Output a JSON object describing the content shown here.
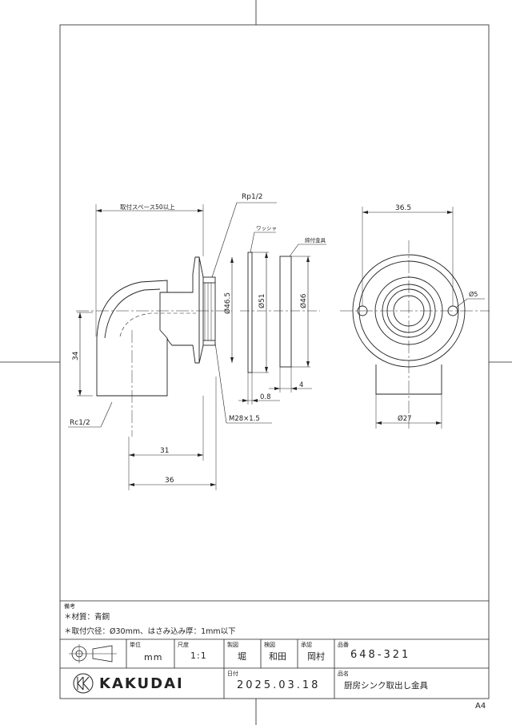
{
  "drawing": {
    "dim_install_space": "取付スペース50以上",
    "dim_rp": "Rp1/2",
    "dim_washer": "ワッシャ",
    "dim_nut": "締付金具",
    "dim_d465": "Ø46.5",
    "dim_d51": "Ø51",
    "dim_d46": "Ø46",
    "dim_08": "0.8",
    "dim_4": "4",
    "dim_m28": "M28×1.5",
    "dim_34": "34",
    "dim_rc": "Rc1/2",
    "dim_31": "31",
    "dim_36": "36",
    "dim_365": "36.5",
    "dim_d5": "Ø5",
    "dim_d27": "Ø27"
  },
  "notes": {
    "header": "備考",
    "line1": "＊材質：青銅",
    "line2": "＊取付穴径：Ø30mm、はさみ込み厚：1mm以下"
  },
  "title_block": {
    "unit_label": "単位",
    "unit_value": "mm",
    "scale_label": "尺度",
    "scale_value": "1:1",
    "drawn_label": "製図",
    "drawn_value": "堀",
    "checked_label": "検図",
    "checked_value": "和田",
    "approved_label": "承認",
    "approved_value": "岡村",
    "part_no_label": "品番",
    "part_no_value": "648-321",
    "date_label": "日付",
    "date_value": "2025.03.18",
    "part_name_label": "品名",
    "part_name_value": "厨房シンク取出し金具",
    "company": "KAKUDAI"
  },
  "paper_size": "A4"
}
